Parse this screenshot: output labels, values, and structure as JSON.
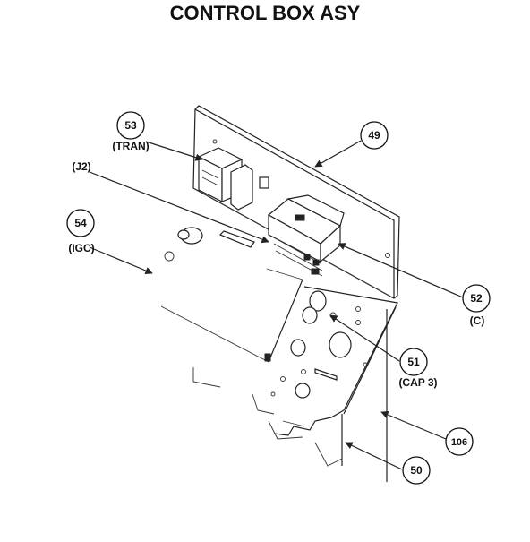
{
  "title": "CONTROL BOX ASY",
  "callouts": {
    "c49": {
      "number": "49"
    },
    "c50": {
      "number": "50"
    },
    "c51": {
      "number": "51",
      "label": "(CAP 3)"
    },
    "c52": {
      "number": "52",
      "label": "(C)"
    },
    "c53": {
      "number": "53",
      "label": "(TRAN)"
    },
    "c54": {
      "number": "54",
      "label": "(IGC)"
    },
    "c106": {
      "number": "106"
    }
  },
  "labels": {
    "j2": "(J2)"
  }
}
